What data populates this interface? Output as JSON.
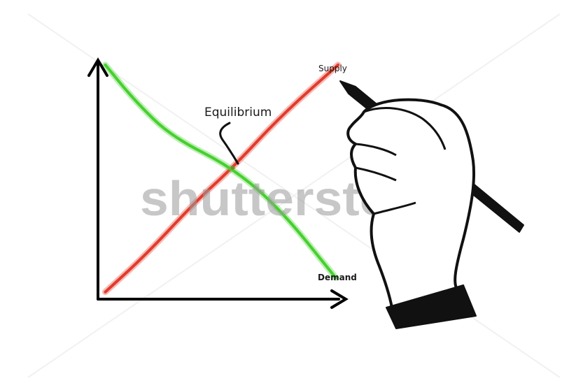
{
  "chart_data": {
    "type": "line",
    "title": "",
    "xlabel": "",
    "ylabel": "",
    "xlim": [
      0,
      10
    ],
    "ylim": [
      0,
      10
    ],
    "grid": false,
    "legend": "none",
    "series": [
      {
        "name": "Supply",
        "color": "#e23b2c",
        "points": [
          [
            0.3,
            0.3
          ],
          [
            2,
            1.9
          ],
          [
            4,
            4.1
          ],
          [
            5.5,
            5.5
          ],
          [
            7.5,
            7.7
          ],
          [
            9.8,
            9.8
          ]
        ]
      },
      {
        "name": "Demand",
        "color": "#46d02e",
        "points": [
          [
            0.3,
            9.8
          ],
          [
            1.5,
            8.3
          ],
          [
            3,
            6.8
          ],
          [
            5.5,
            5.5
          ],
          [
            7.5,
            3.7
          ],
          [
            9.7,
            0.9
          ]
        ]
      }
    ],
    "annotations": [
      {
        "text": "Equilibrium",
        "x": 5.5,
        "y": 5.5
      }
    ],
    "equilibrium": {
      "x": 5.5,
      "y": 5.5
    }
  },
  "labels": {
    "supply": "Supply",
    "demand": "Demand",
    "equilibrium": "Equilibrium"
  },
  "watermark": {
    "text": "shutterstock",
    "color": "#9a9a9a"
  },
  "icons": {
    "hand": "hand-holding-pen-icon"
  },
  "colors": {
    "axis": "#000000",
    "supply": "#e23b2c",
    "demand": "#46d02e"
  }
}
